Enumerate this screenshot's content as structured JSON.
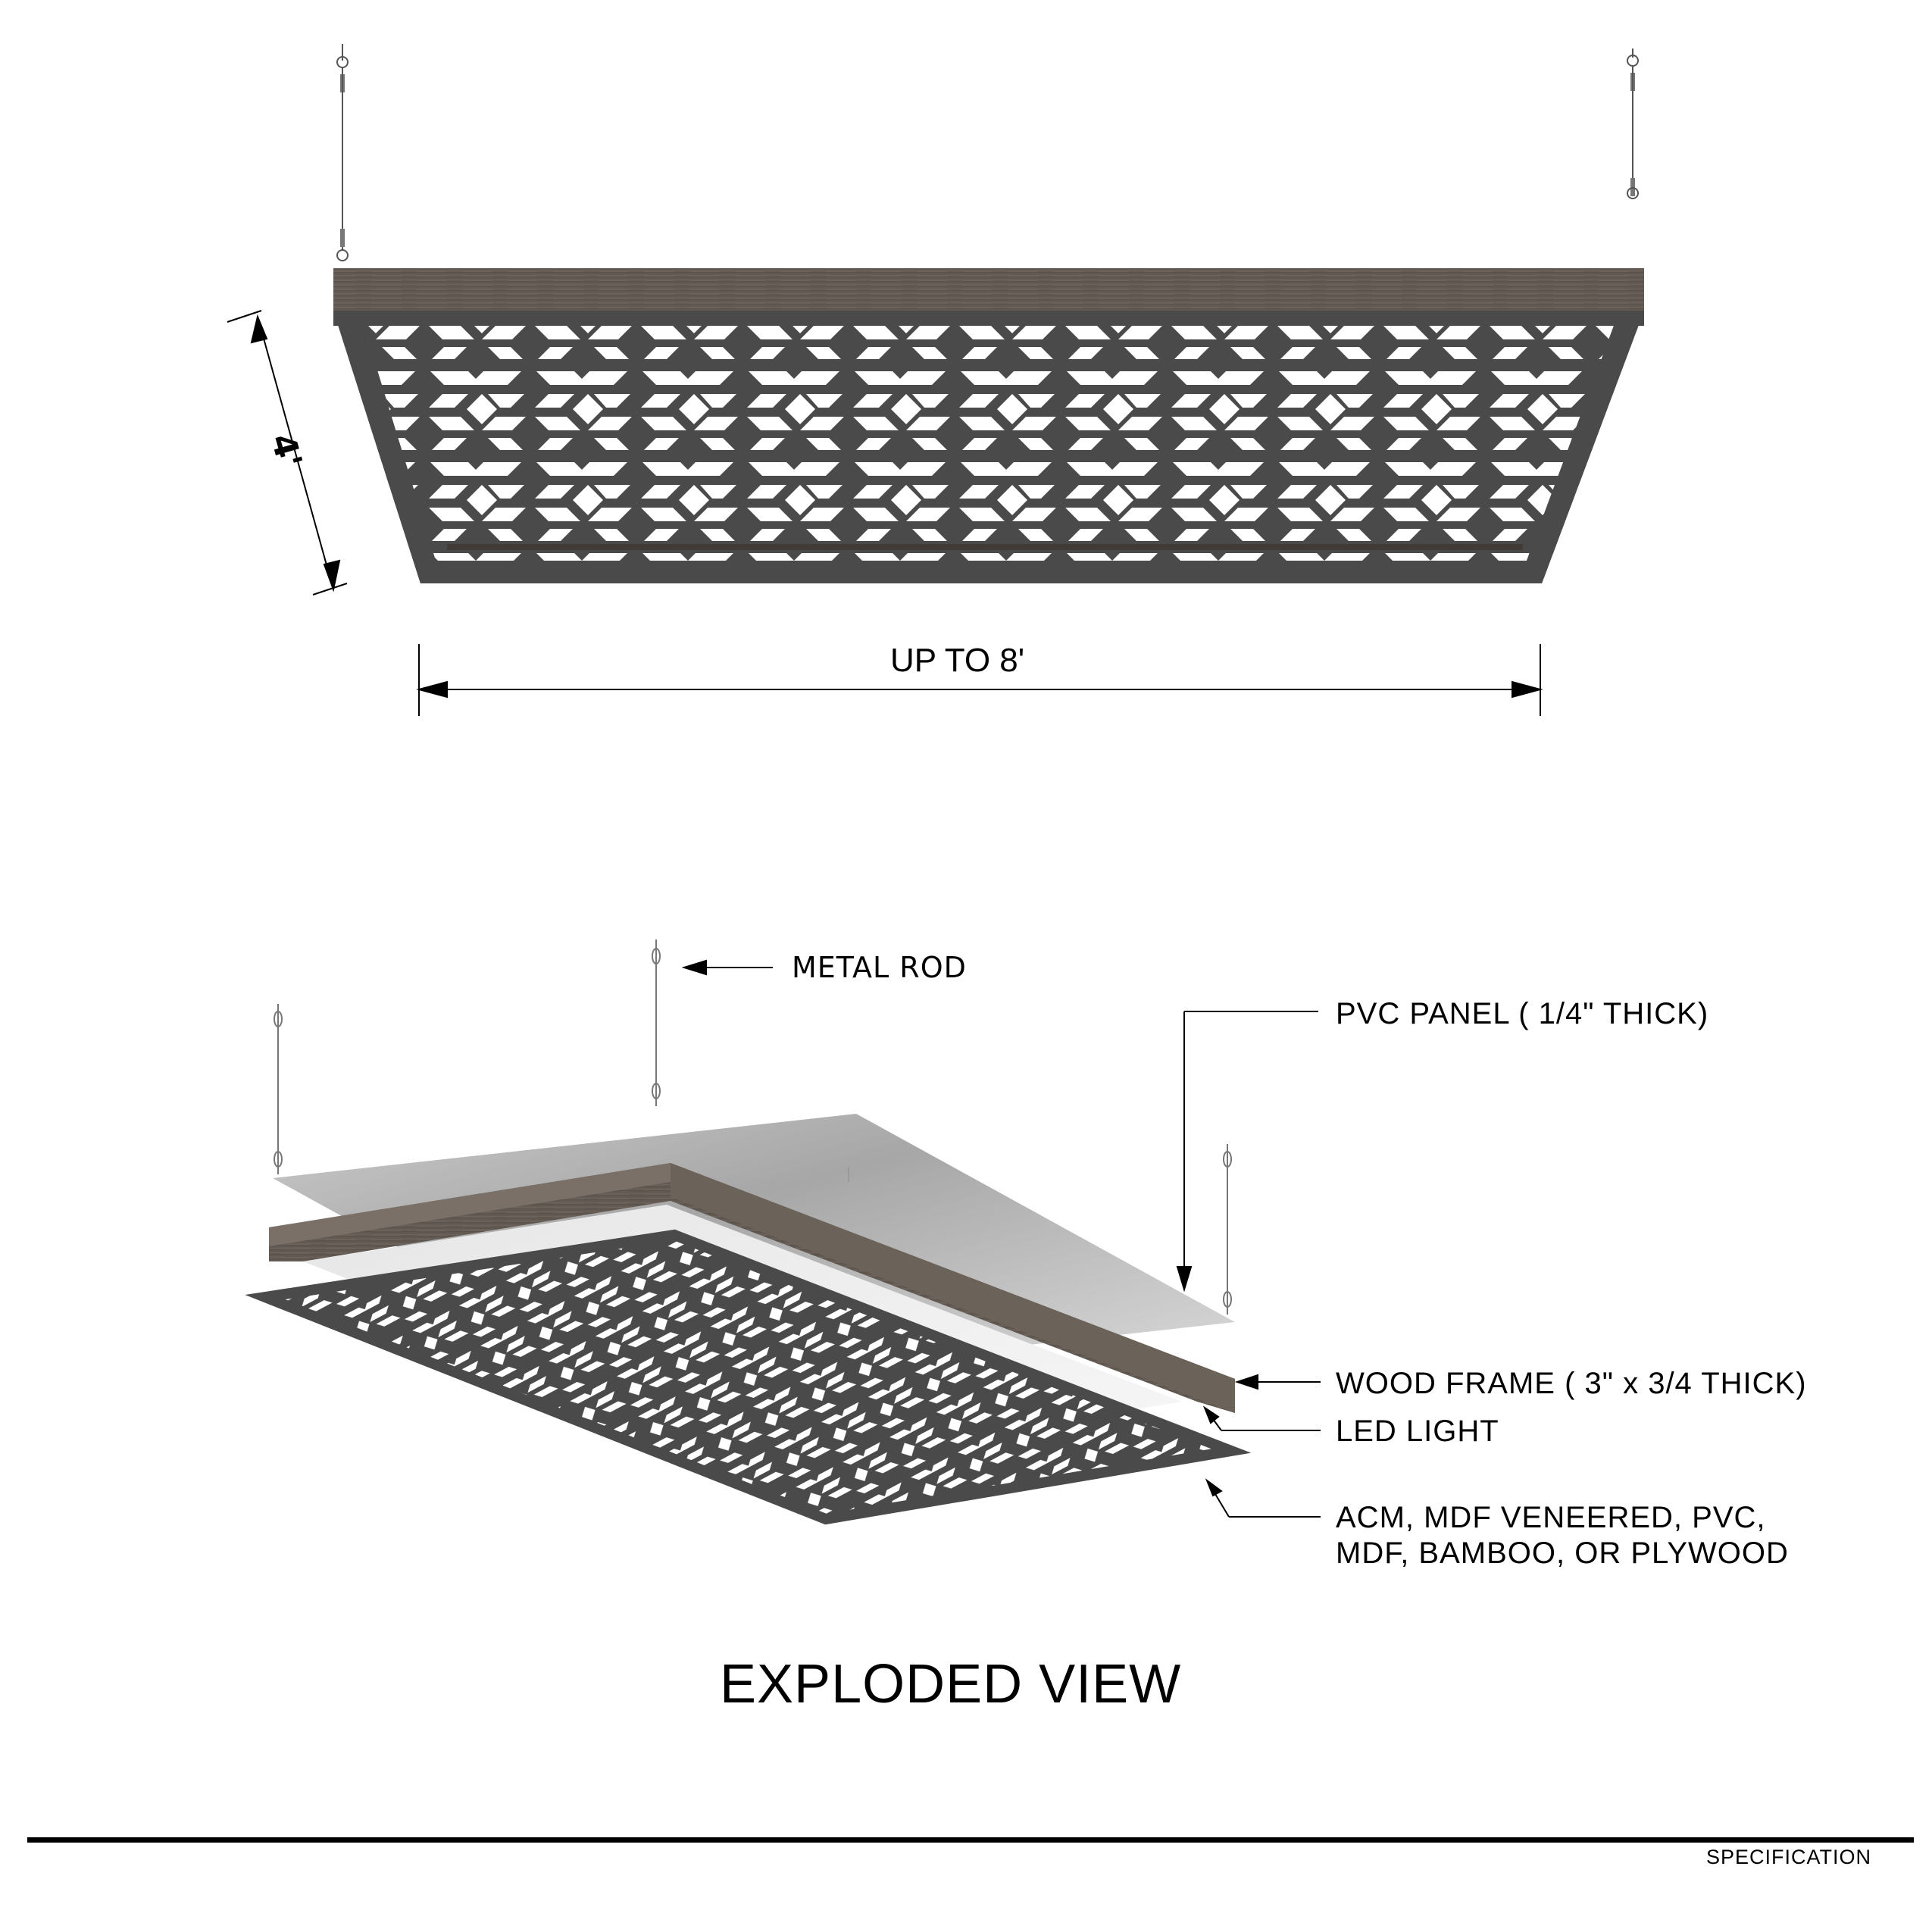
{
  "drawing": {
    "top_view": {
      "dimension_depth": "4'",
      "dimension_width": "UP TO 8'"
    },
    "exploded_view": {
      "title": "EXPLODED VIEW",
      "callouts": [
        {
          "id": "metal-rod",
          "label": "METAL ROD"
        },
        {
          "id": "pvc-panel",
          "label": "PVC PANEL ( 1/4\"  THICK)"
        },
        {
          "id": "wood-frame",
          "label": "WOOD FRAME ( 3\" x 3/4 THICK)"
        },
        {
          "id": "led-light",
          "label": "LED LIGHT"
        },
        {
          "id": "panel-material",
          "label_line1": "ACM, MDF VENEERED, PVC,",
          "label_line2": "MDF, BAMBOO, OR PLYWOOD"
        }
      ]
    },
    "footer": {
      "label": "SPECIFICATION"
    },
    "colors": {
      "panel_dark": "#4a4a4a",
      "wood": "#6b625a",
      "wood_dark": "#4f463f",
      "pvc_gray": "#bdbdbd",
      "ink": "#000000"
    }
  }
}
